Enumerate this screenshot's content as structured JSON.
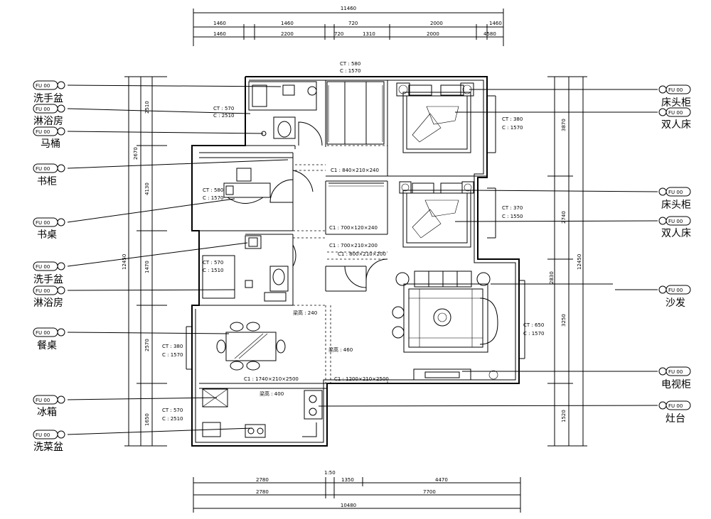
{
  "labels_left": [
    {
      "text": "洗手盆"
    },
    {
      "text": "淋浴房"
    },
    {
      "text": "马桶"
    },
    {
      "text": "书柜"
    },
    {
      "text": "书桌"
    },
    {
      "text": "洗手盆"
    },
    {
      "text": "淋浴房"
    },
    {
      "text": "餐桌"
    },
    {
      "text": "冰箱"
    },
    {
      "text": "洗菜盆"
    }
  ],
  "labels_right": [
    {
      "text": "床头柜"
    },
    {
      "text": "双人床"
    },
    {
      "text": "床头柜"
    },
    {
      "text": "双人床"
    },
    {
      "text": "沙发"
    },
    {
      "text": "电视柜"
    },
    {
      "text": "灶台"
    }
  ],
  "tag_code": "FU  00",
  "room_notes": [
    {
      "a": "CT : 580",
      "b": "C : 1570"
    },
    {
      "a": "CT : 570",
      "b": "C : 2510"
    },
    {
      "a": "CT : 380",
      "b": "C : 1570"
    },
    {
      "a": "CT : 580",
      "b": "C : 1570"
    },
    {
      "a": "CT : 570",
      "b": "C : 1510"
    },
    {
      "a": "CT : 370",
      "b": "C : 1550"
    },
    {
      "a": "CT : 380",
      "b": "C : 1570"
    },
    {
      "a": "CT : 650",
      "b": "C : 1570"
    },
    {
      "a": "CT : 570",
      "b": "C : 2510"
    }
  ],
  "door_notes": [
    "C1 : 840×210×240",
    "C1 : 700×120×240",
    "C1 : 700×210×200",
    "C1 : 800×210×200",
    "C1 : 1740×210×2500",
    "C1 : 1200×210×2500"
  ],
  "hatch_notes": [
    "梁高 : 240",
    "梁高 : 400",
    "梁高 : 460"
  ],
  "dims_top": {
    "total": "11460",
    "row1": [
      "1460",
      "1460",
      "720",
      "2000",
      "1460"
    ],
    "row2": [
      "1460",
      "2200",
      "720",
      "1310",
      "2000",
      "4580"
    ]
  },
  "dims_bottom": {
    "scale": "1:50",
    "row1": [
      "2780",
      "1350",
      "4470"
    ],
    "row2": [
      "2780",
      "7700"
    ],
    "total": "10480"
  },
  "dims_left": [
    "2510",
    "4130",
    "1470",
    "2570",
    "2670",
    "1650",
    "12450"
  ],
  "dims_right": [
    "3870",
    "2740",
    "3250",
    "1520",
    "2830",
    "12450"
  ]
}
